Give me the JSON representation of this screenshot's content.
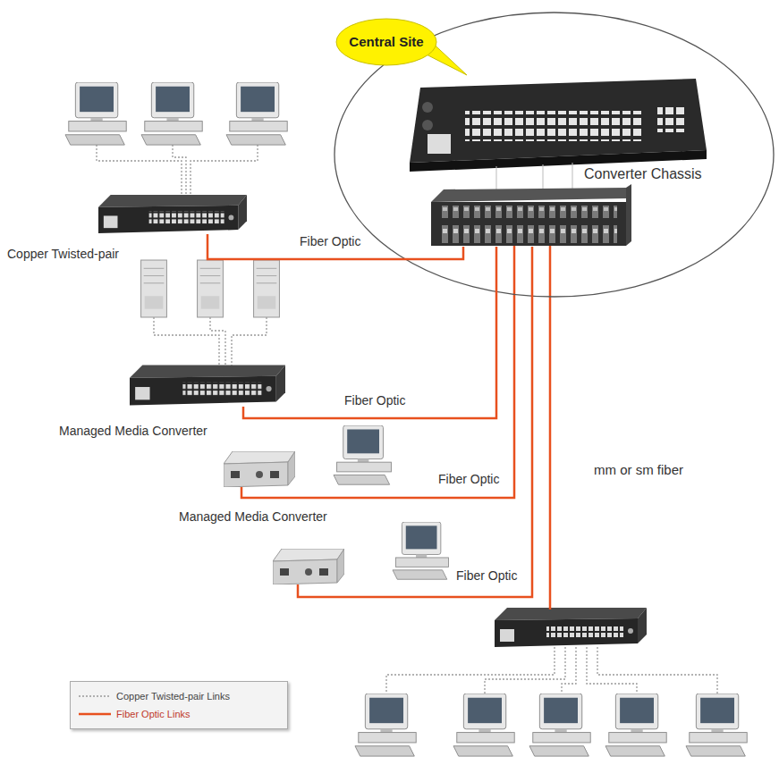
{
  "diagram": {
    "nodes": [
      {
        "text": [
          "Central Site"
        ]
      },
      {
        "text": [
          "Converter Chassis"
        ],
        "in": 0
      },
      {
        "text": [
          "Copper Twisted-pair"
        ]
      },
      {
        "text": [
          "Managed Media Converter"
        ]
      },
      {
        "text": [
          "Managed Media Converter"
        ]
      }
    ],
    "edges": [
      {
        "from": 2,
        "to": 1,
        "label": "Fiber Optic",
        "arrow": "none"
      },
      {
        "from": 3,
        "to": 1,
        "label": "Fiber Optic",
        "arrow": "none"
      },
      {
        "from": 4,
        "to": 1,
        "label": "Fiber Optic",
        "arrow": "none"
      }
    ],
    "labels": [
      "Fiber Optic",
      "mm or sm fiber"
    ],
    "legend": [
      {
        "text": "Copper Twisted-pair Links"
      },
      {
        "text": "Fiber Optic Links"
      }
    ]
  }
}
